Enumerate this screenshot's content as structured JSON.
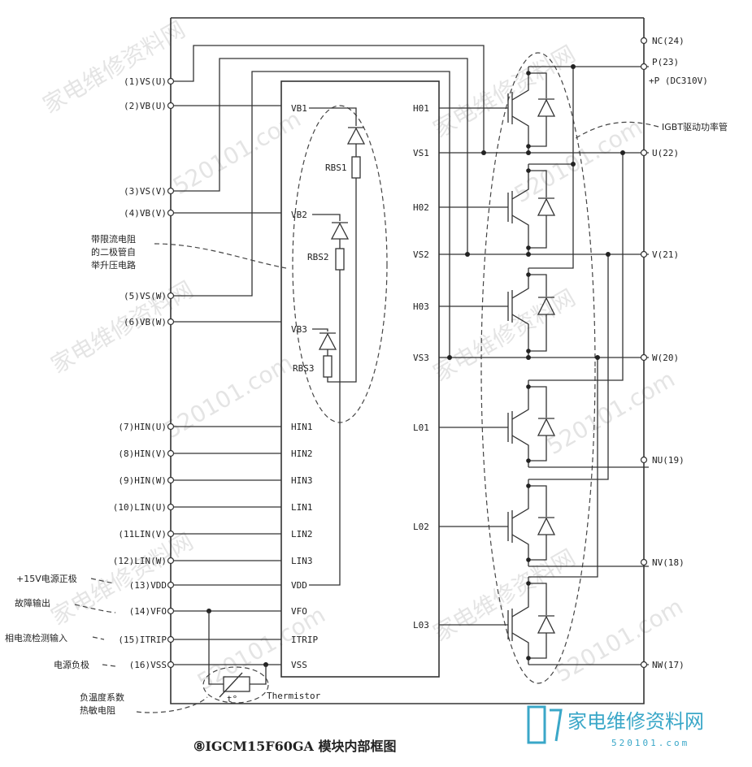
{
  "left_pins": [
    {
      "label": "(1)VS(U)"
    },
    {
      "label": "(2)VB(U)"
    },
    {
      "label": "(3)VS(V)"
    },
    {
      "label": "(4)VB(V)"
    },
    {
      "label": "(5)VS(W)"
    },
    {
      "label": "(6)VB(W)"
    },
    {
      "label": "(7)HIN(U)"
    },
    {
      "label": "(8)HIN(V)"
    },
    {
      "label": "(9)HIN(W)"
    },
    {
      "label": "(10)LIN(U)"
    },
    {
      "label": "(11LIN(V)"
    },
    {
      "label": "(12)LIN(W)"
    },
    {
      "label": "(13)VDD"
    },
    {
      "label": "(14)VFO"
    },
    {
      "label": "(15)ITRIP"
    },
    {
      "label": "(16)VSS"
    }
  ],
  "ic_left_labels": [
    "VB1",
    "VB2",
    "VB3",
    "HIN1",
    "HIN2",
    "HIN3",
    "LIN1",
    "LIN2",
    "LIN3",
    "VDD",
    "VFO",
    "ITRIP",
    "VSS"
  ],
  "ic_right_labels": [
    "H01",
    "VS1",
    "H02",
    "VS2",
    "H03",
    "VS3",
    "L01",
    "L02",
    "L03"
  ],
  "resistors": [
    "RBS1",
    "RBS2",
    "RBS3"
  ],
  "right_pins": [
    {
      "label": "NC(24)"
    },
    {
      "label": "P(23)"
    },
    {
      "label": "+P (DC310V)"
    },
    {
      "label": "U(22)"
    },
    {
      "label": "V(21)"
    },
    {
      "label": "W(20)"
    },
    {
      "label": "NU(19)"
    },
    {
      "label": "NV(18)"
    },
    {
      "label": "NW(17)"
    }
  ],
  "annotations": {
    "igbt": "IGBT驱动功率管",
    "bootstrap": [
      "带限流电阻",
      "的二极管自",
      "举升压电路"
    ],
    "vdd_note": "+15V电源正极",
    "fault_note": "故障输出",
    "current_note": "相电流检测输入",
    "vss_note": "电源负极",
    "ntc_note": [
      "负温度系数",
      "热敏电阻"
    ],
    "thermistor": "Thermistor",
    "thermistor_symbol": "t°"
  },
  "caption": "⑧IGCM15F60GA 模块内部框图",
  "watermark": {
    "text": "家电维修资料网",
    "site": "520101.com"
  },
  "logo": {
    "text": "家电维修资料网",
    "url": "520101.com"
  }
}
